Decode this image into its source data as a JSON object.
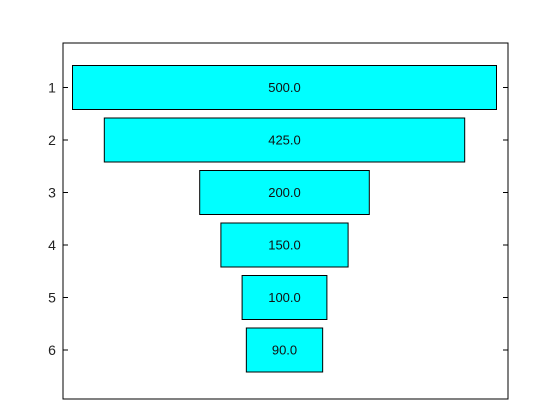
{
  "chart_data": {
    "type": "bar",
    "orientation": "horizontal-funnel",
    "categories": [
      "1",
      "2",
      "3",
      "4",
      "5",
      "6"
    ],
    "values": [
      500,
      425,
      200,
      150,
      100,
      90
    ],
    "value_labels": [
      "500.0",
      "425.0",
      "200.0",
      "150.0",
      "100.0",
      "90.0"
    ],
    "title": "",
    "xlabel": "",
    "ylabel": "",
    "grid": false,
    "legend": "none",
    "colors": {
      "bar_fill": "#00ffff",
      "bar_stroke": "#000000",
      "axes": "#000000",
      "background": "#ffffff"
    }
  }
}
